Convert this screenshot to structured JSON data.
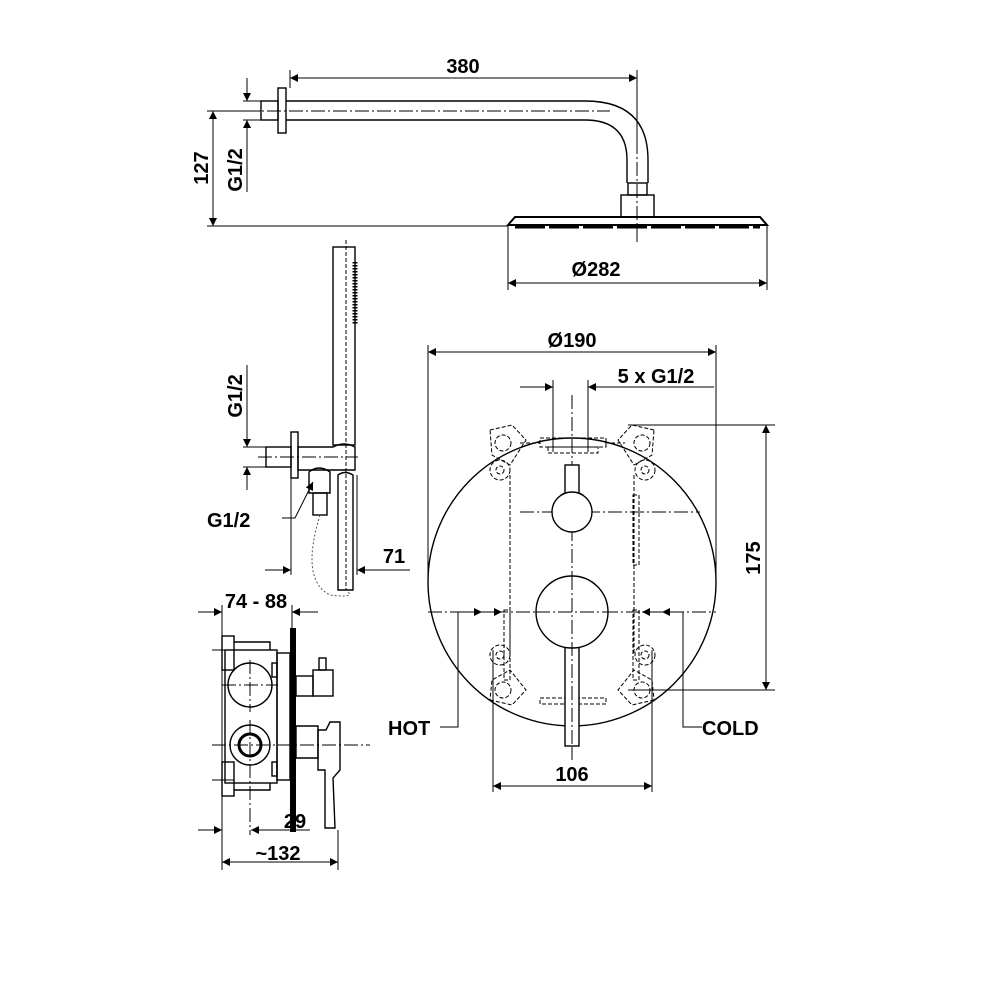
{
  "title": "Concealed shower mixer set - technical dimension drawing",
  "units": "mm",
  "dimensions": {
    "arm_length": "380",
    "arm_height": "127",
    "arm_thread": "G1/2",
    "head_diameter": "Ø282",
    "hand_thread_vertical": "G1/2",
    "hand_thread_callout": "G1/2",
    "holder_projection": "71",
    "plate_diameter": "Ø190",
    "outlets": "5 x G1/2",
    "box_height": "175",
    "hot_label": "HOT",
    "cold_label": "COLD",
    "box_width": "106",
    "wall_depth": "74 - 88",
    "inlet_offset": "29",
    "total_depth": "~132"
  }
}
